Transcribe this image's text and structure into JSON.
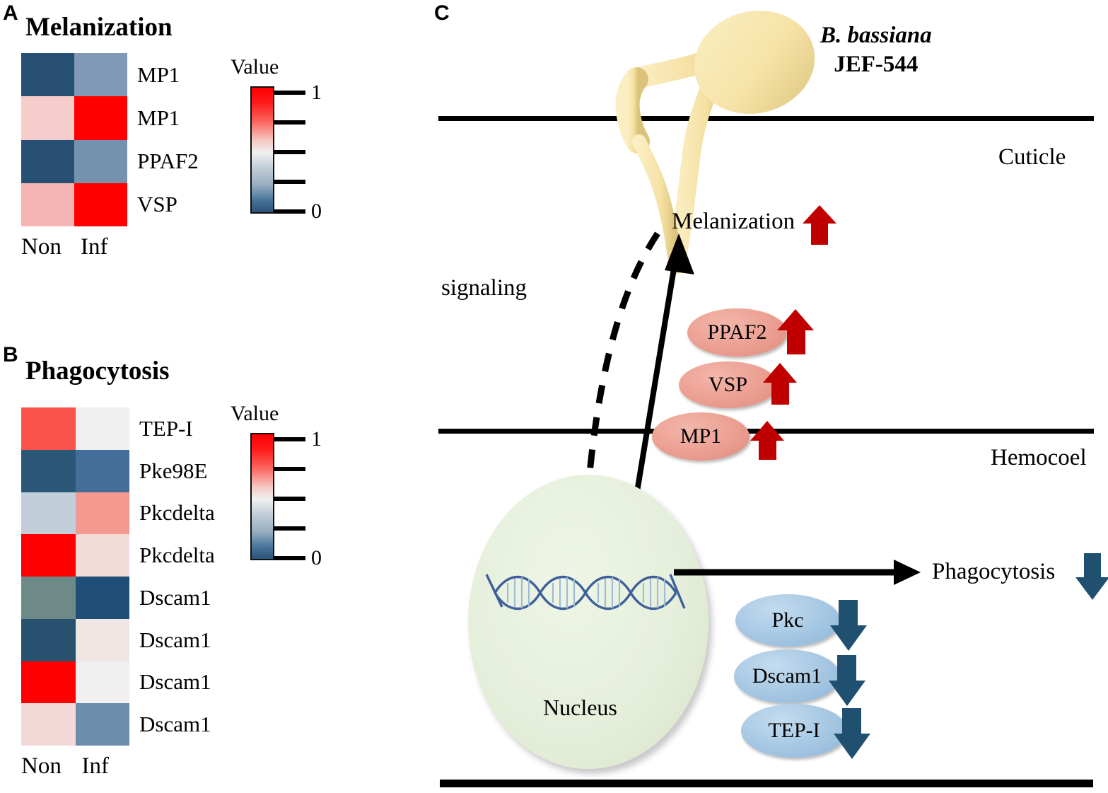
{
  "figure": {
    "panels": [
      "A",
      "B",
      "C"
    ],
    "colors": {
      "heat_max": "#ff0000",
      "heat_mid": "#f0f0ef",
      "heat_min": "#2b5279",
      "protein_red": "#eda396",
      "protein_blue": "#a9c9e4",
      "arrow_up_red": "#c00000",
      "arrow_down_blue": "#1f5070",
      "nucleus_green": "#e6efdb",
      "fungus_yellow": "#f4e2a8",
      "dna_blue": "#3f5f9b"
    }
  },
  "panelA": {
    "letter": "A",
    "title": "Melanization",
    "columns": [
      "Non",
      "Inf"
    ],
    "rows": [
      "MP1",
      "MP1",
      "PPAF2",
      "VSP"
    ],
    "legend": {
      "title": "Value",
      "max": "1",
      "min": "0"
    }
  },
  "panelB": {
    "letter": "B",
    "title": "Phagocytosis",
    "columns": [
      "Non",
      "Inf"
    ],
    "rows": [
      "TEP-I",
      "Pke98E",
      "Pkcdelta",
      "Pkcdelta",
      "Dscam1",
      "Dscam1",
      "Dscam1",
      "Dscam1"
    ],
    "legend": {
      "title": "Value",
      "max": "1",
      "min": "0"
    }
  },
  "panelC": {
    "letter": "C",
    "species_line1": "B. bassiana",
    "species_line2": "JEF-544",
    "cuticle_label": "Cuticle",
    "hemocoel_label": "Hemocoel",
    "signaling_label": "signaling",
    "melanization_label": "Melanization",
    "phagocytosis_label": "Phagocytosis",
    "nucleus_label": "Nucleus",
    "up_proteins": [
      {
        "name": "PPAF2",
        "direction": "up"
      },
      {
        "name": "VSP",
        "direction": "up"
      },
      {
        "name": "MP1",
        "direction": "up"
      }
    ],
    "down_proteins": [
      {
        "name": "Pkc",
        "direction": "down"
      },
      {
        "name": "Dscam1",
        "direction": "down"
      },
      {
        "name": "TEP-I",
        "direction": "down"
      }
    ]
  },
  "chart_data": [
    {
      "type": "heatmap",
      "title": "Melanization",
      "panel": "A",
      "xlabel": "",
      "ylabel": "",
      "categories": [
        "Non",
        "Inf"
      ],
      "rows": [
        "MP1",
        "MP1",
        "PPAF2",
        "VSP"
      ],
      "zlim": [
        0,
        1
      ],
      "colorbar_title": "Value",
      "values": [
        [
          0.03,
          0.3
        ],
        [
          0.66,
          1.0
        ],
        [
          0.03,
          0.27
        ],
        [
          0.7,
          1.0
        ]
      ],
      "cell_colors": [
        [
          "#275074",
          "#8099b4"
        ],
        [
          "#f6cdcb",
          "#ff0000"
        ],
        [
          "#275074",
          "#7593ae"
        ],
        [
          "#f5b5b5",
          "#ff0000"
        ]
      ]
    },
    {
      "type": "heatmap",
      "title": "Phagocytosis",
      "panel": "B",
      "xlabel": "",
      "ylabel": "",
      "categories": [
        "Non",
        "Inf"
      ],
      "rows": [
        "TEP-I",
        "Pke98E",
        "Pkcdelta",
        "Pkcdelta",
        "Dscam1",
        "Dscam1",
        "Dscam1",
        "Dscam1"
      ],
      "zlim": [
        0,
        1
      ],
      "colorbar_title": "Value",
      "values": [
        [
          0.88,
          0.52
        ],
        [
          0.05,
          0.13
        ],
        [
          0.42,
          0.8
        ],
        [
          1.0,
          0.58
        ],
        [
          0.22,
          0.02
        ],
        [
          0.04,
          0.55
        ],
        [
          1.0,
          0.52
        ],
        [
          0.58,
          0.19
        ]
      ],
      "cell_colors": [
        [
          "#f9534b",
          "#eff0ef"
        ],
        [
          "#2b5878",
          "#446e99"
        ],
        [
          "#c2cfda",
          "#f3998f"
        ],
        [
          "#ff0000",
          "#f2dad9"
        ],
        [
          "#6d8a88",
          "#1f4f76"
        ],
        [
          "#27516f",
          "#efe6e3"
        ],
        [
          "#ff0000",
          "#eff0ef"
        ],
        [
          "#f2d9d7",
          "#6c8dab"
        ]
      ]
    }
  ]
}
